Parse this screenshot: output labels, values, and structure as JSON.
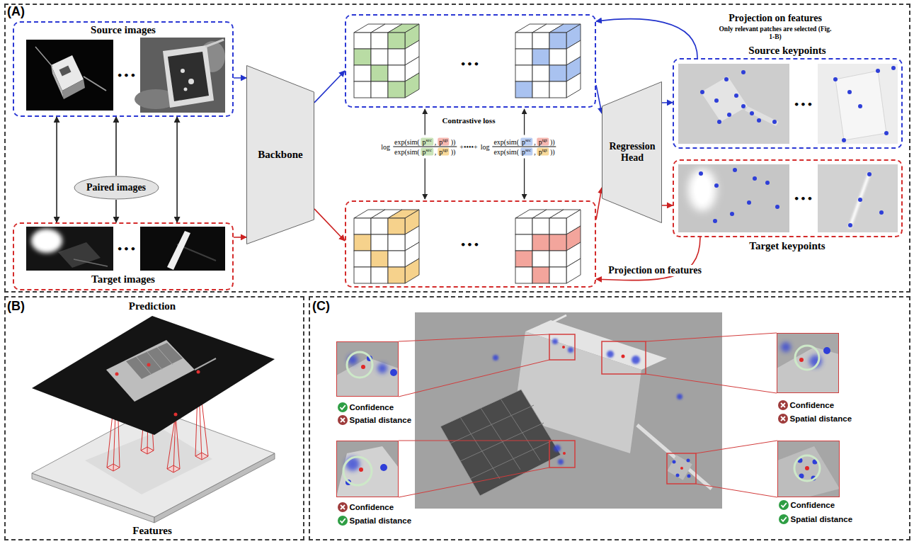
{
  "diagram": {
    "nodes": [
      {
        "text": [
          "(A)"
        ]
      },
      {
        "text": [
          "Source images",
          "•••"
        ],
        "in": 0
      },
      {
        "text": [
          "Paired images"
        ],
        "in": 0
      },
      {
        "text": [
          "Target images",
          "•••"
        ],
        "in": 0
      },
      {
        "text": [
          "Backbone"
        ],
        "in": 0
      },
      {
        "text": [
          "•••"
        ],
        "in": 0
      },
      {
        "text": [
          "•••"
        ],
        "in": 0
      },
      {
        "text": [
          "Regression Head"
        ],
        "in": 0
      },
      {
        "text": [
          "Source keypoints",
          "•••"
        ],
        "in": 0
      },
      {
        "text": [
          "Target keypoints",
          "•••"
        ],
        "in": 0
      },
      {
        "text": [
          "(B)"
        ]
      },
      {
        "text": [
          "(C)"
        ]
      },
      {
        "text": [
          "Confidence",
          "Spatial distance"
        ],
        "in": 11
      },
      {
        "text": [
          "Confidence",
          "Spatial distance"
        ],
        "in": 11
      },
      {
        "text": [
          "Confidence",
          "Spatial distance"
        ],
        "in": 11
      },
      {
        "text": [
          "Confidence",
          "Spatial distance"
        ],
        "in": 11
      }
    ],
    "edges": [
      {
        "from": 2,
        "to": 1,
        "arrow": "to"
      },
      {
        "from": 2,
        "to": 3,
        "arrow": "to"
      },
      {
        "from": 1,
        "to": 3,
        "arrow": "both"
      },
      {
        "from": 1,
        "to": 3,
        "arrow": "both"
      },
      {
        "from": 1,
        "to": 4,
        "arrow": "to"
      },
      {
        "from": 3,
        "to": 4,
        "arrow": "to"
      },
      {
        "from": 4,
        "to": 5,
        "arrow": "to"
      },
      {
        "from": 4,
        "to": 6,
        "arrow": "to"
      },
      {
        "from": 5,
        "to": 7,
        "arrow": "to"
      },
      {
        "from": 6,
        "to": 7,
        "arrow": "to"
      },
      {
        "from": 7,
        "to": 8,
        "arrow": "to"
      },
      {
        "from": 7,
        "to": 9,
        "arrow": "to"
      },
      {
        "from": 8,
        "to": 5,
        "label": "Projection on features",
        "arrow": "to"
      },
      {
        "from": 9,
        "to": 6,
        "label": "Projection on features",
        "arrow": "to"
      }
    ],
    "labels": [
      "Contrastive loss",
      "log",
      "exp(sim(",
      "p",
      "src",
      ",",
      "p",
      "tgt",
      "))",
      "exp(sim(",
      "p",
      "src",
      ",",
      "p",
      "tgt",
      "))",
      "+••••+",
      "log",
      "exp(sim(",
      "p",
      "src",
      ",",
      "p",
      "tgt",
      "))",
      "exp(sim(",
      "p",
      "src",
      ",",
      "p",
      "tgt",
      "))",
      "Only relevant patches are selected (Fig. 1-B)",
      "Prediction",
      "Features"
    ]
  }
}
